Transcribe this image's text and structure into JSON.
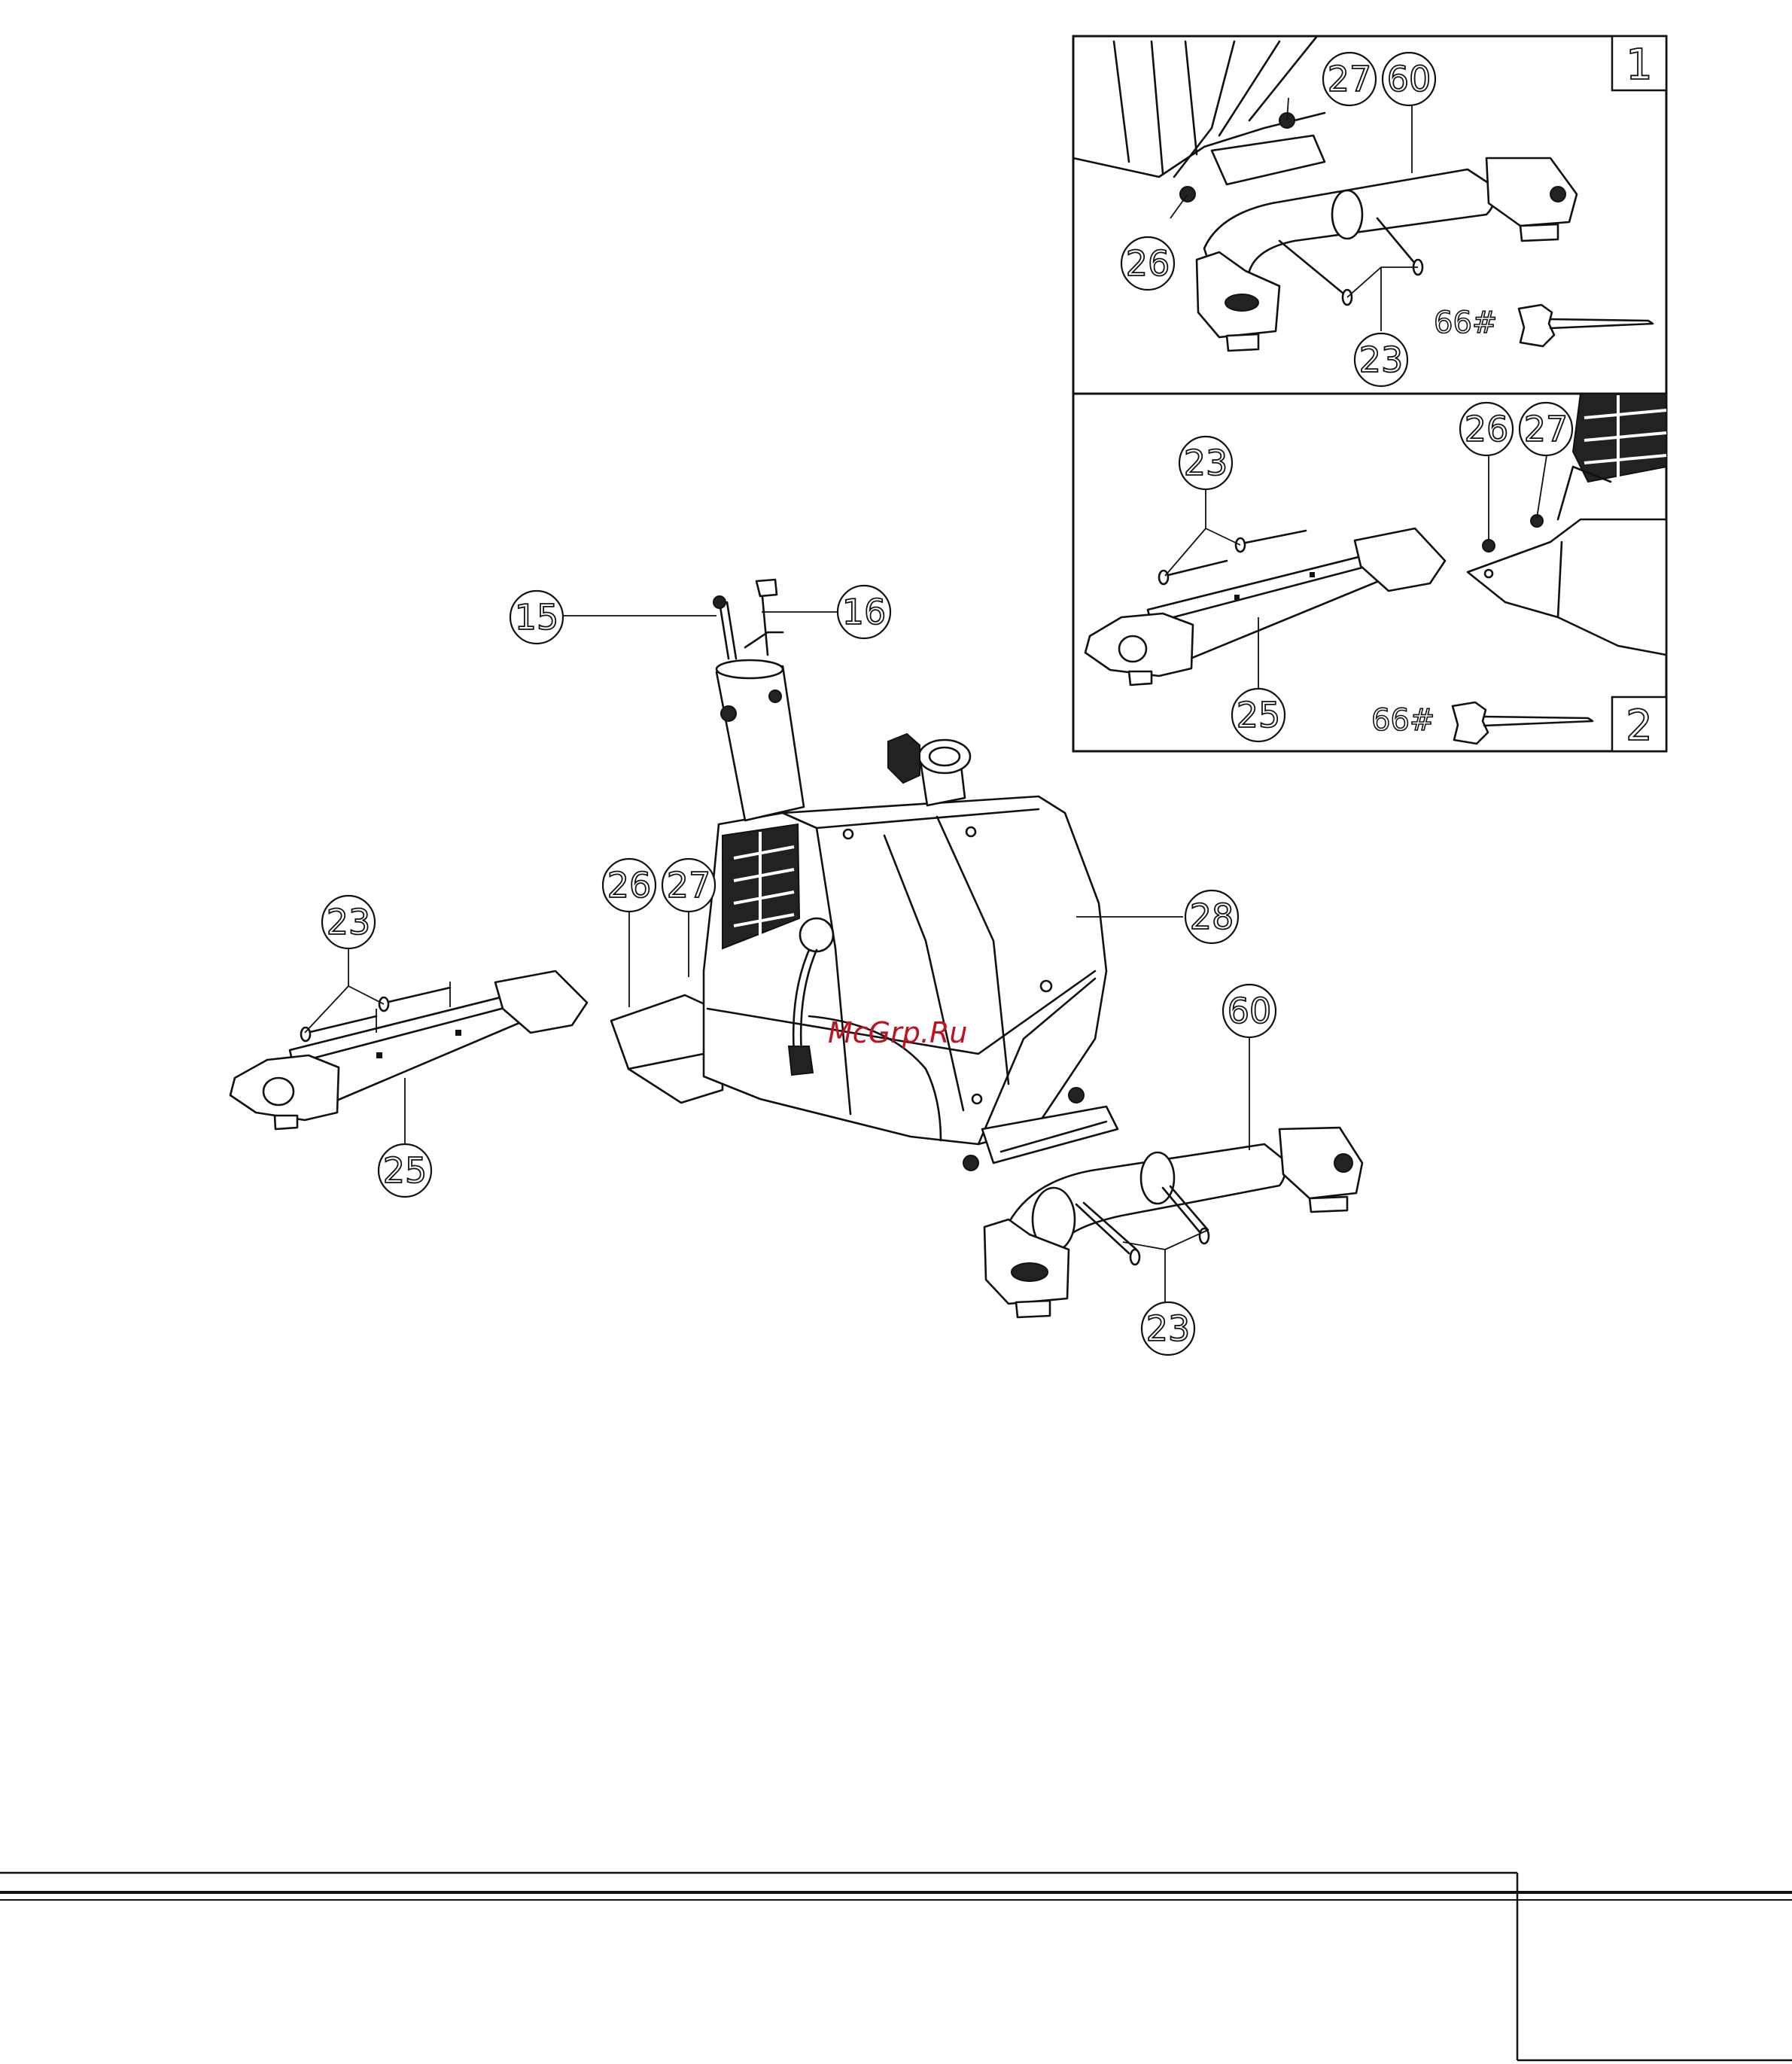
{
  "callouts": {
    "main": {
      "seat_post_bolt": "15",
      "seat_post_clip": "16",
      "washer": "26",
      "nut": "27",
      "main_frame": "28",
      "rear_stabilizer": "60",
      "rear_bolts": "23",
      "front_bolts": "23",
      "front_stabilizer": "25"
    },
    "detail_1": {
      "nut": "27",
      "rear_stabilizer": "60",
      "washer": "26",
      "bolts": "23"
    },
    "detail_2": {
      "bolts": "23",
      "washer": "26",
      "nut": "27",
      "front_stabilizer": "25"
    }
  },
  "panels": {
    "detail_1_number": "1",
    "detail_2_number": "2"
  },
  "tool_labels": {
    "detail_1": "66#",
    "detail_2": "66#"
  },
  "watermark": "McGrp.Ru"
}
